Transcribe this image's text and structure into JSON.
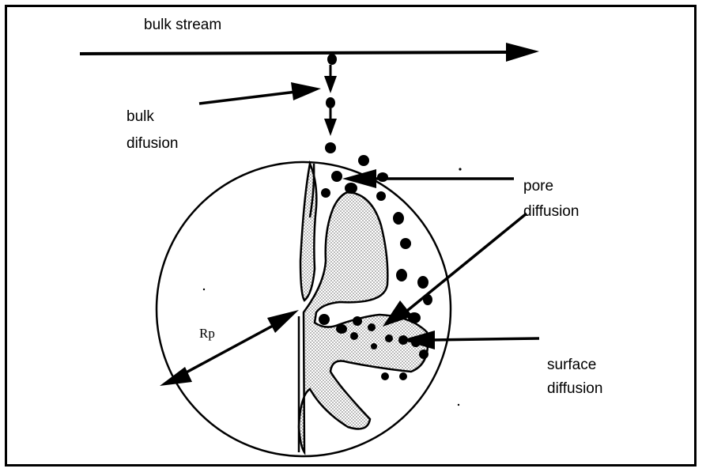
{
  "labels": {
    "bulk_stream": "bulk stream",
    "bulk_diffusion_line1": "bulk",
    "bulk_diffusion_line2": "difusion",
    "pore_diffusion_line1": "pore",
    "pore_diffusion_line2": "diffusion",
    "surface_diffusion_line1": "surface",
    "surface_diffusion_line2": "diffusion",
    "radius": "Rp"
  },
  "colors": {
    "ink": "#000000",
    "solid_fill": "#e4e4e4",
    "background": "#ffffff"
  }
}
